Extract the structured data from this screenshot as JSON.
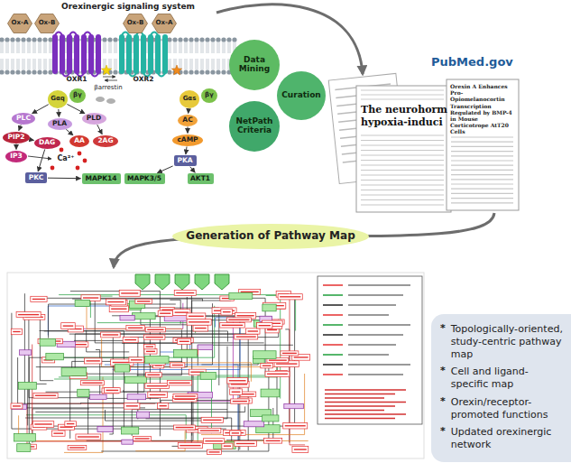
{
  "diagram": {
    "nodes": [
      {
        "text": [
          "Ox-A"
        ]
      },
      {
        "text": [
          "Ox-B"
        ]
      },
      {
        "text": [
          "Ox-B"
        ]
      },
      {
        "text": [
          "Ox-A"
        ]
      },
      {
        "text": [
          "Gαq"
        ]
      },
      {
        "text": [
          "βγ"
        ]
      },
      {
        "text": [
          "Gαs"
        ]
      },
      {
        "text": [
          "βγ"
        ]
      },
      {
        "text": [
          "PLC"
        ]
      },
      {
        "text": [
          "PLA"
        ]
      },
      {
        "text": [
          "PLD"
        ]
      },
      {
        "text": [
          "AC"
        ]
      },
      {
        "text": [
          "PIP2"
        ]
      },
      {
        "text": [
          "DAG"
        ]
      },
      {
        "text": [
          "AA"
        ]
      },
      {
        "text": [
          "2AG"
        ]
      },
      {
        "text": [
          "cAMP"
        ]
      },
      {
        "text": [
          "IP3"
        ]
      },
      {
        "text": [
          "PKA"
        ]
      },
      {
        "text": [
          "PKC"
        ]
      },
      {
        "text": [
          "MAPK14"
        ]
      },
      {
        "text": [
          "MAPK3/5"
        ]
      },
      {
        "text": [
          "AKT1"
        ]
      },
      {
        "text": [
          "Data Mining"
        ]
      },
      {
        "text": [
          "Curation"
        ]
      },
      {
        "text": [
          "NetPath Criteria"
        ]
      },
      {
        "text": [
          "Generation of Pathway Map"
        ]
      },
      {
        "text": [
          "Topologically-oriented, study-centric pathway map",
          "Cell and ligand-specific map",
          "Orexin/receptor-promoted functions",
          "Updated orexinergic network"
        ]
      }
    ],
    "edges": [
      {
        "from": 4,
        "to": 8,
        "arrow": "to"
      },
      {
        "from": 4,
        "to": 9,
        "arrow": "to"
      },
      {
        "from": 4,
        "to": 10,
        "arrow": "to"
      },
      {
        "from": 6,
        "to": 11,
        "arrow": "to"
      },
      {
        "from": 8,
        "to": 12,
        "arrow": "to"
      },
      {
        "from": 12,
        "to": 17,
        "arrow": "to"
      },
      {
        "from": 12,
        "to": 13,
        "arrow": "to"
      },
      {
        "from": 9,
        "to": 14,
        "arrow": "to"
      },
      {
        "from": 10,
        "to": 15,
        "arrow": "to"
      },
      {
        "from": 11,
        "to": 16,
        "arrow": "to"
      },
      {
        "from": 16,
        "to": 18,
        "arrow": "to"
      },
      {
        "from": 13,
        "to": 19,
        "arrow": "to"
      },
      {
        "from": 19,
        "to": 20,
        "arrow": "to"
      },
      {
        "from": 18,
        "to": 21,
        "arrow": "to"
      },
      {
        "from": 18,
        "to": 22,
        "arrow": "to"
      }
    ],
    "labels": [
      "Orexinergic signaling system",
      "OXR1",
      "OXR2",
      "βarrestin",
      "Ca²⁺",
      "PubMed.gov",
      "The neurohorm",
      "hypoxia-induci",
      "Orexin A Enhances Pro-Opiomelanocortin Transcription Regulated by BMP-4 in Mouse Corticotrope AtT20 Cells",
      "*",
      "*",
      "*",
      "*"
    ]
  }
}
